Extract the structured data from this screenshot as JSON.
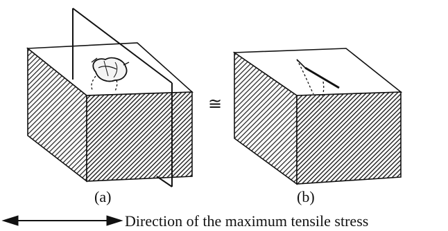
{
  "figure": {
    "panel_a_label": "(a)",
    "panel_b_label": "(b)",
    "equivalence_symbol": "≅",
    "caption": "Direction of the maximum tensile stress"
  },
  "colors": {
    "ink": "#111111",
    "hatch": "#2a2a2a",
    "paper": "#ffffff"
  }
}
